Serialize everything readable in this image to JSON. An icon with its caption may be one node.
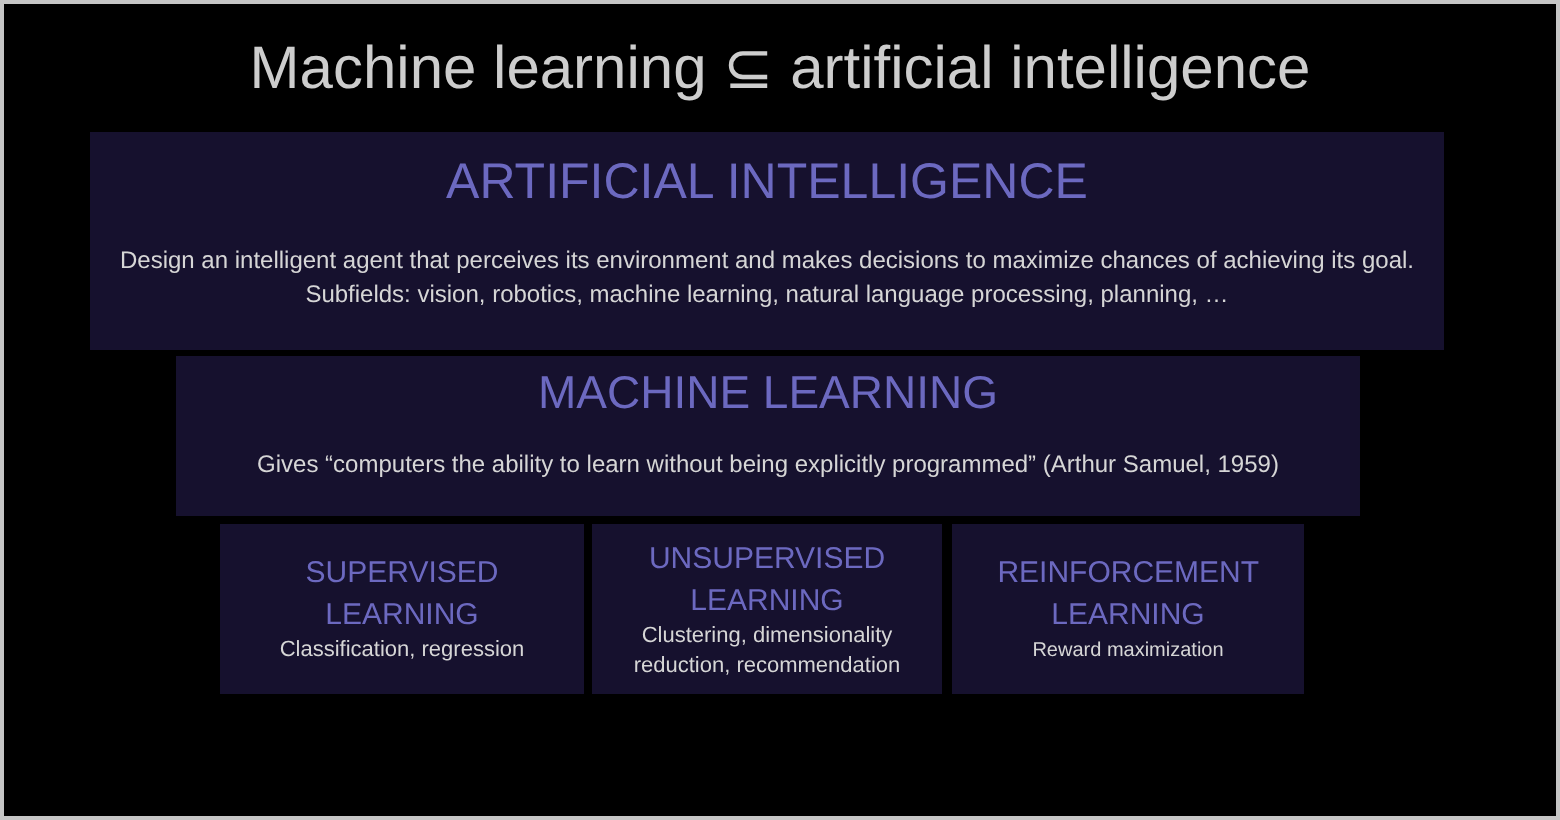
{
  "diagram": {
    "title": "Machine learning ⊆ artificial intelligence",
    "nodes": [
      {
        "text": [
          "ARTIFICIAL INTELLIGENCE",
          "Design an intelligent agent that perceives its environment and makes decisions to maximize chances of achieving its goal.",
          "Subfields: vision, robotics, machine learning, natural language processing, planning, …"
        ]
      },
      {
        "text": [
          "MACHINE LEARNING",
          "Gives “computers the ability to learn without being explicitly programmed” (Arthur Samuel, 1959)"
        ]
      },
      {
        "text": [
          "SUPERVISED LEARNING",
          "Classification, regression"
        ]
      },
      {
        "text": [
          "UNSUPERVISED LEARNING",
          "Clustering, dimensionality reduction, recommendation"
        ]
      },
      {
        "text": [
          "REINFORCEMENT LEARNING",
          "Reward maximization"
        ]
      }
    ]
  }
}
